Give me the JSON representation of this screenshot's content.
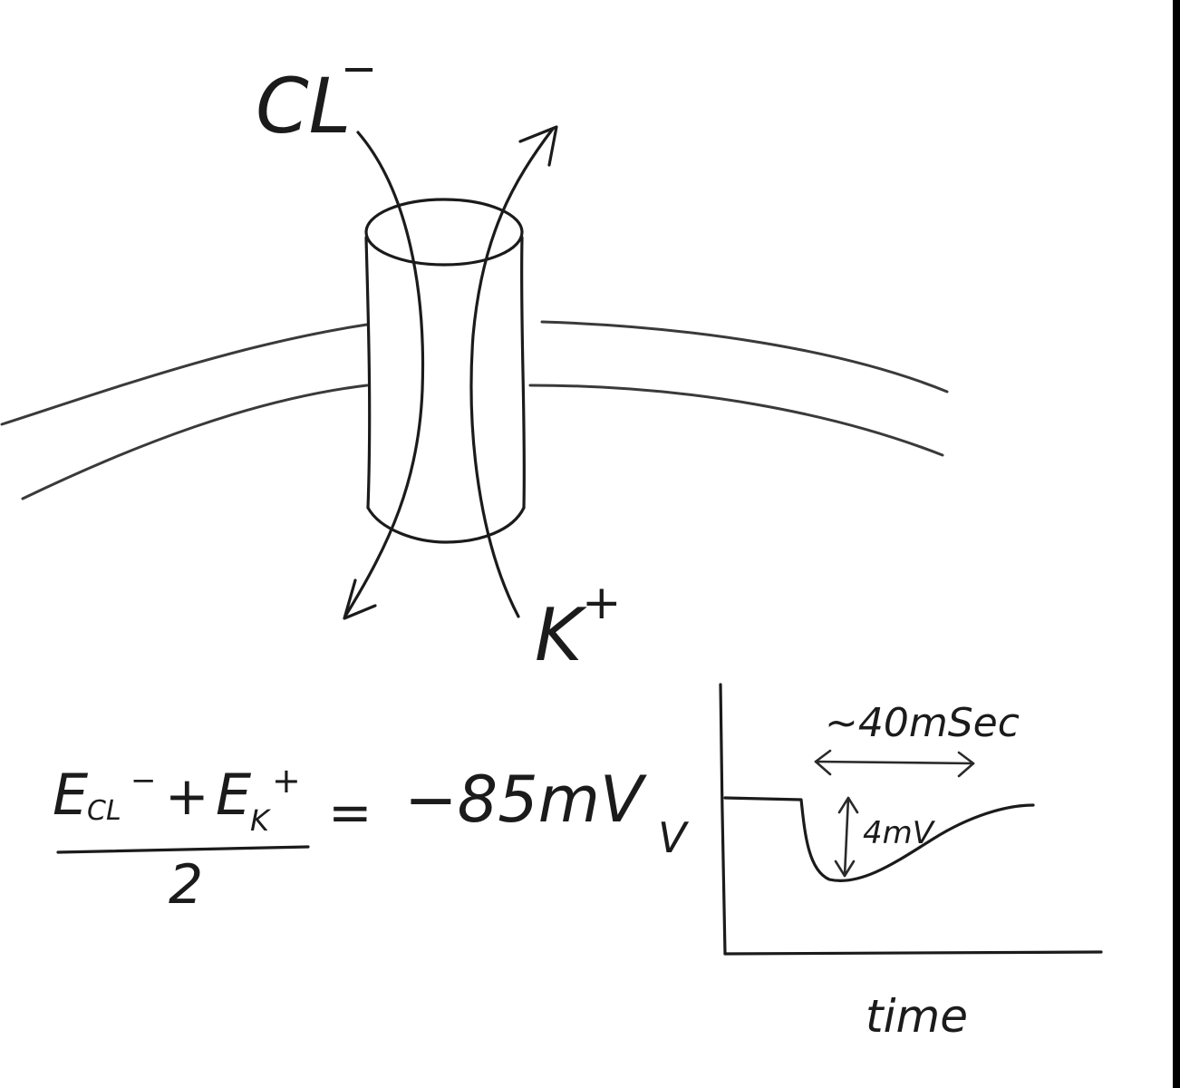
{
  "labels": {
    "cl_ion": "CL",
    "cl_charge": "−",
    "k_ion": "K",
    "k_charge": "+"
  },
  "equation": {
    "e_cl": "E",
    "cl_sub": "CL",
    "cl_sup": "−",
    "plus": "+",
    "e_k": "E",
    "k_sub": "K",
    "k_sup": "+",
    "denominator": "2",
    "equals": "=",
    "result": "−85mV"
  },
  "graph": {
    "ylabel": "V",
    "xlabel": "time",
    "duration_annotation": "~40mSec",
    "amplitude_annotation": "4mV"
  }
}
